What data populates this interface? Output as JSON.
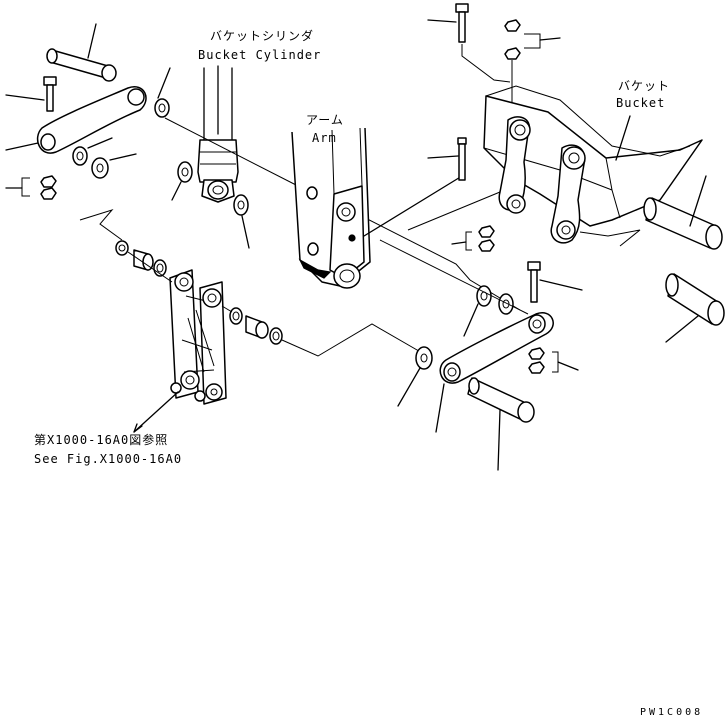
{
  "labels": {
    "bucket_cylinder_jp": "バケットシリンダ",
    "bucket_cylinder_en": "Bucket Cylinder",
    "arm_jp": "アーム",
    "arm_en": "Arm",
    "bucket_jp": "バケット",
    "bucket_en": "Bucket",
    "see_fig_jp": "第X1000-16A0図参照",
    "see_fig_en": "See Fig.X1000-16A0",
    "drawing_code": "PW1C008"
  },
  "colors": {
    "line": "#000000",
    "background": "#ffffff"
  }
}
